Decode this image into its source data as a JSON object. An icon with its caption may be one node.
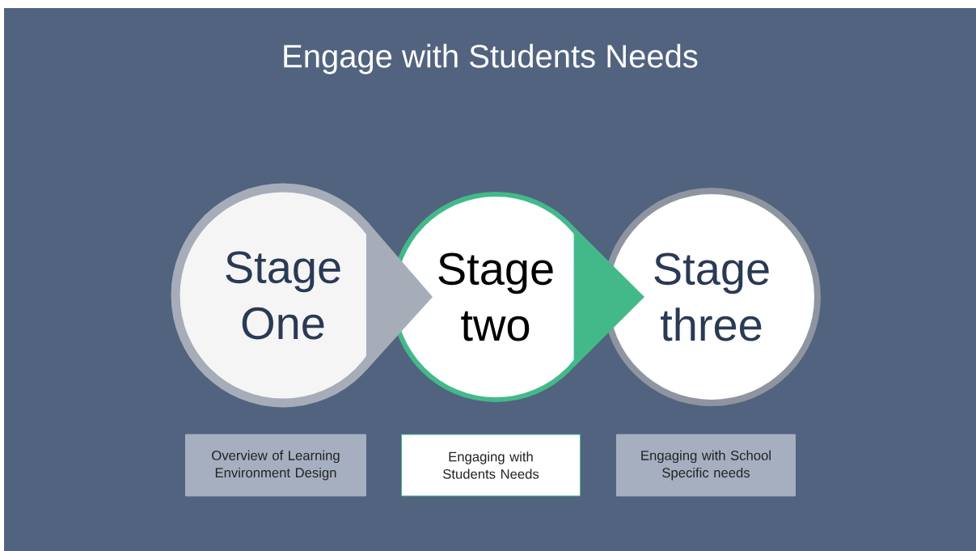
{
  "diagram": {
    "title": "Engage with Students Needs",
    "nodes": [
      {
        "text": [
          "Stage One"
        ]
      },
      {
        "text": [
          "Stage two"
        ]
      },
      {
        "text": [
          "Stage three"
        ]
      },
      {
        "text": [
          "Overview of Learning Environment Design"
        ]
      },
      {
        "text": [
          "Engaging with Students Needs"
        ]
      },
      {
        "text": [
          "Engaging with School Specific needs"
        ]
      }
    ],
    "edges": [
      {
        "from": 0,
        "to": 1,
        "arrow": "to",
        "color": "#a6adb9"
      },
      {
        "from": 1,
        "to": 2,
        "arrow": "to",
        "color": "#43b98a"
      }
    ]
  }
}
